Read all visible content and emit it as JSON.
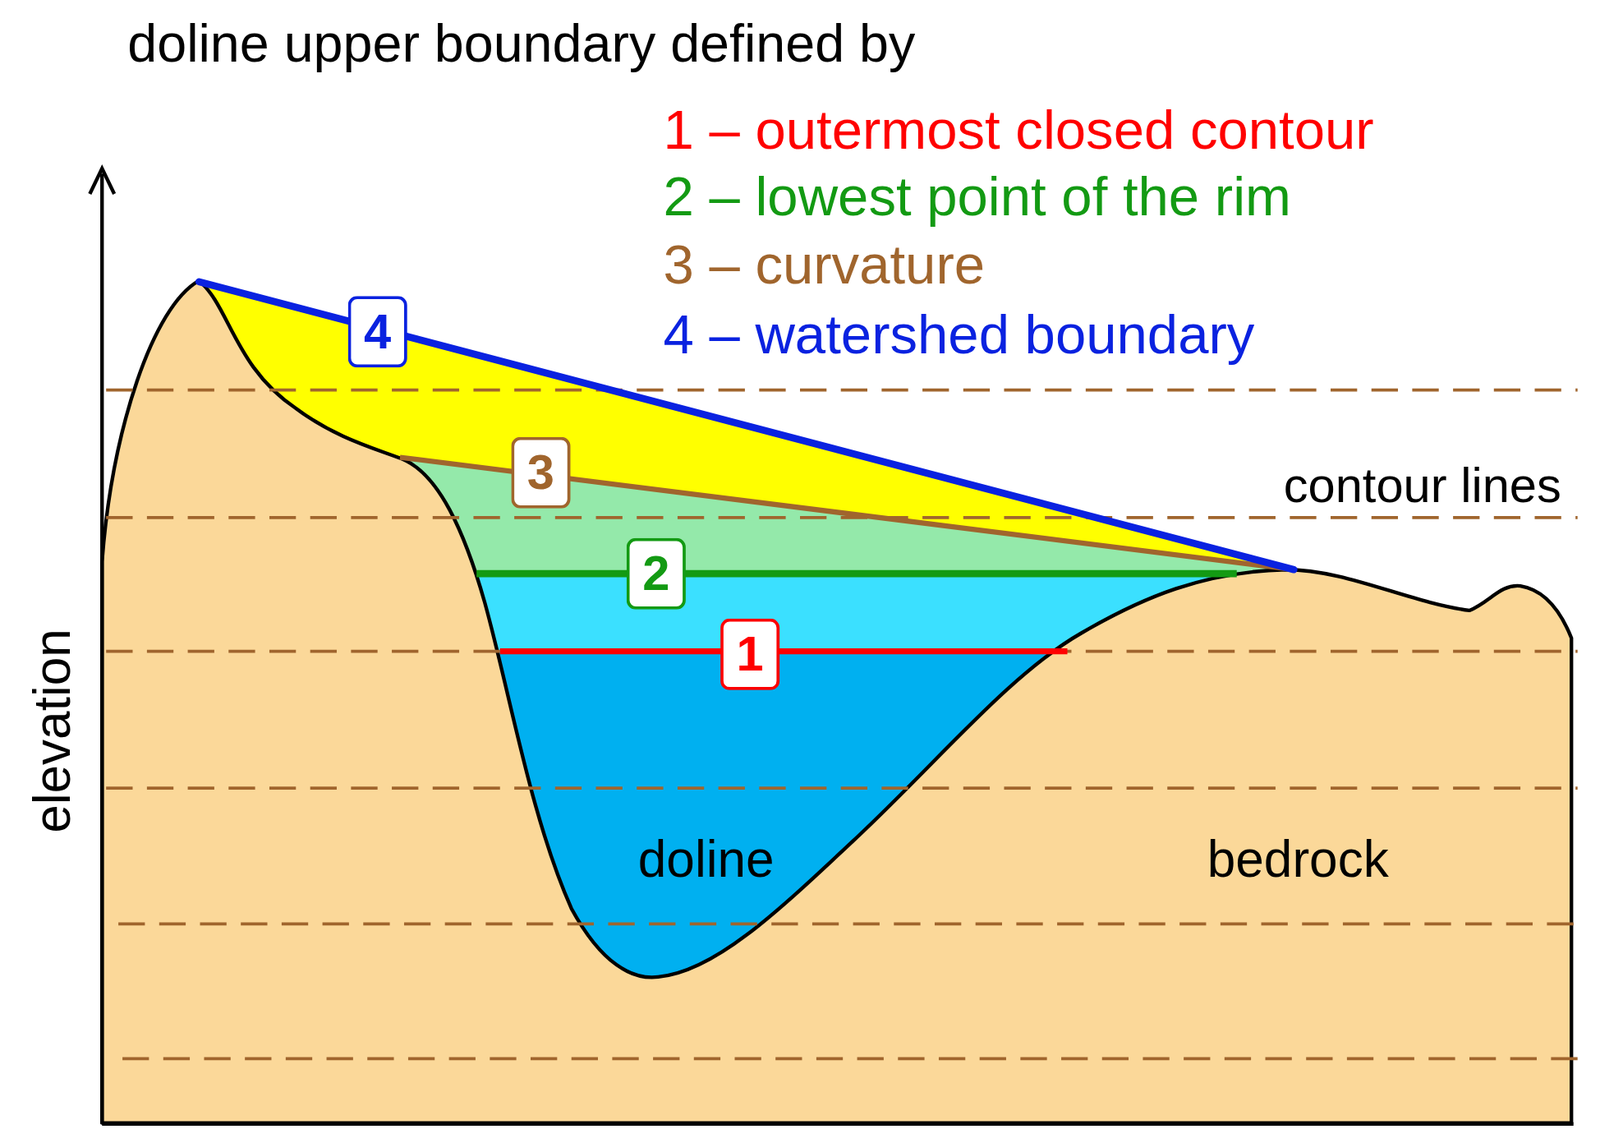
{
  "diagram": {
    "title": "doline upper boundary defined by",
    "nodes": [
      {
        "text": [
          "4"
        ]
      },
      {
        "text": [
          "3"
        ]
      },
      {
        "text": [
          "2"
        ]
      },
      {
        "text": [
          "1"
        ]
      }
    ],
    "labels": [
      "contour lines",
      "doline",
      "bedrock",
      "elevation"
    ],
    "legend": [
      {
        "text": "1 – outermost closed contour",
        "color": "#ff0000"
      },
      {
        "text": "2 – lowest point of the rim",
        "color": "#139a13"
      },
      {
        "text": "3 – curvature",
        "color": "#a0652d"
      },
      {
        "text": "4 – watershed boundary",
        "color": "#0a22e0"
      }
    ]
  }
}
